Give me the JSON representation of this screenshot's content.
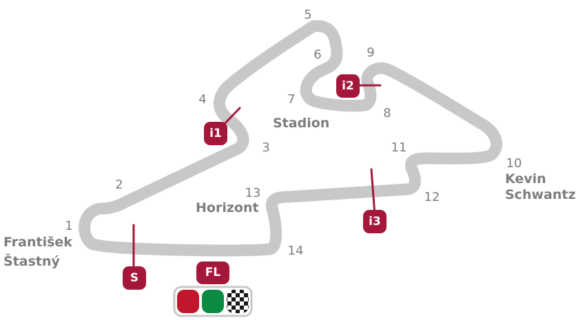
{
  "corners": [
    {
      "id": "1",
      "num": "1",
      "name": "František\nŠtastný"
    },
    {
      "id": "2",
      "num": "2",
      "name": ""
    },
    {
      "id": "3",
      "num": "3",
      "name": ""
    },
    {
      "id": "4",
      "num": "4",
      "name": ""
    },
    {
      "id": "5",
      "num": "5",
      "name": ""
    },
    {
      "id": "6",
      "num": "6",
      "name": ""
    },
    {
      "id": "7",
      "num": "7",
      "name": "Stadion"
    },
    {
      "id": "8",
      "num": "8",
      "name": ""
    },
    {
      "id": "9",
      "num": "9",
      "name": ""
    },
    {
      "id": "10",
      "num": "10",
      "name": "Kevin\nSchwantz"
    },
    {
      "id": "11",
      "num": "11",
      "name": ""
    },
    {
      "id": "12",
      "num": "12",
      "name": ""
    },
    {
      "id": "13",
      "num": "13",
      "name": "Horizont"
    },
    {
      "id": "14",
      "num": "14",
      "name": ""
    }
  ],
  "markers": {
    "start": "S",
    "i1": "i1",
    "i2": "i2",
    "i3": "i3",
    "finish": "FL"
  },
  "colors": {
    "track": "#c8c8c8",
    "marker": "#a4173a",
    "label": "#7d7d7d",
    "light_red": "#c0172c",
    "light_green": "#0b8a43"
  },
  "legend_icons": [
    "red-light-icon",
    "green-light-icon",
    "chequered-flag-icon"
  ]
}
